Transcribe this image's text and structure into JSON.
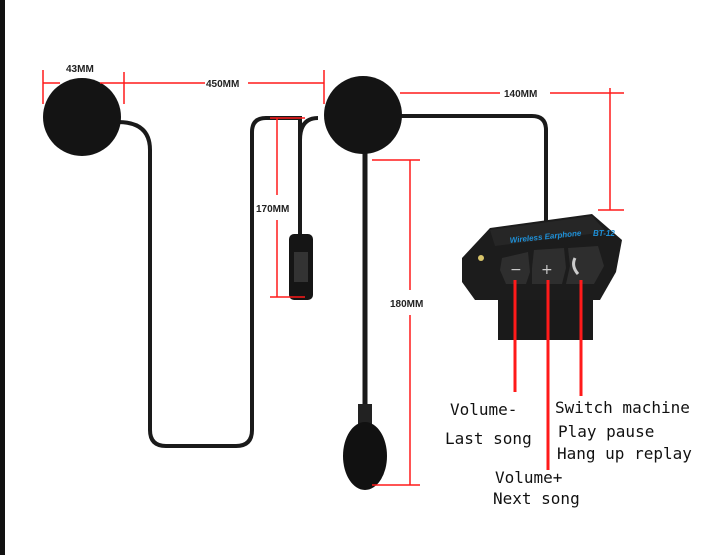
{
  "dimensions": {
    "speaker_diameter": "43MM",
    "speaker_spacing": "450MM",
    "cable_to_unit": "140MM",
    "connector_cable": "170MM",
    "mic_boom": "180MM"
  },
  "device": {
    "brand_text": "Wireless Earphone",
    "model_text": "BT-12",
    "buttons": [
      {
        "symbol": "−",
        "labels": [
          "Volume-",
          "Last song"
        ]
      },
      {
        "symbol": "+",
        "labels": [
          "Volume+",
          "Next song"
        ]
      },
      {
        "symbol": "phone-icon",
        "labels": [
          "Switch machine",
          "Play pause",
          "Hang up replay"
        ]
      }
    ]
  },
  "colors": {
    "annotation": "#ff1a1a",
    "device": "#1c1c1c",
    "brand": "#1e8fd6"
  }
}
